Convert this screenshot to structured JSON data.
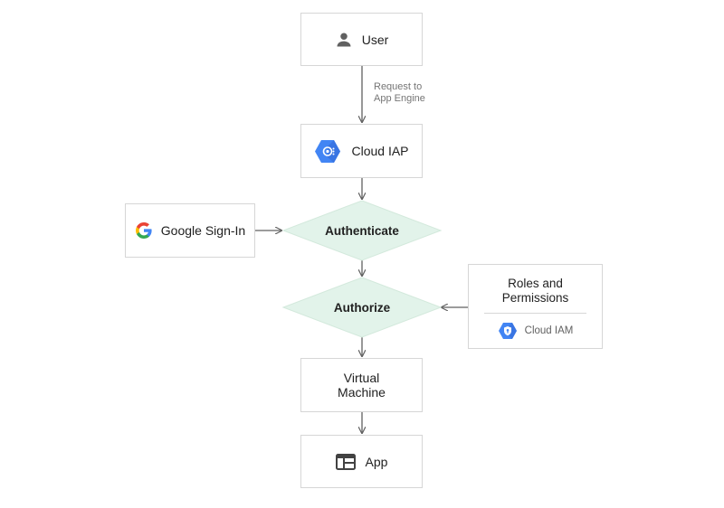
{
  "diagram": {
    "nodes": {
      "user": {
        "label": "User",
        "icon": "person-icon"
      },
      "cloud_iap": {
        "label": "Cloud IAP",
        "icon": "cloud-iap-hexagon-icon"
      },
      "google_signin": {
        "label": "Google Sign-In",
        "icon": "google-g-logo-icon"
      },
      "authenticate": {
        "label": "Authenticate"
      },
      "authorize": {
        "label": "Authorize"
      },
      "roles": {
        "title_line1": "Roles and",
        "title_line2": "Permissions",
        "sub_label": "Cloud IAM",
        "sub_icon": "cloud-iam-hexagon-icon"
      },
      "vm": {
        "line1": "Virtual",
        "line2": "Machine"
      },
      "app": {
        "label": "App",
        "icon": "app-window-icon"
      }
    },
    "edges": {
      "user_to_iap": {
        "line1": "Request to",
        "line2": "App Engine"
      }
    },
    "colors": {
      "diamond_fill": "#e2f3ea",
      "box_border": "#d6d6d6",
      "arrow": "#616161",
      "gcp_blue": "#4285f4",
      "gcp_blue_dark": "#3367d6"
    }
  }
}
